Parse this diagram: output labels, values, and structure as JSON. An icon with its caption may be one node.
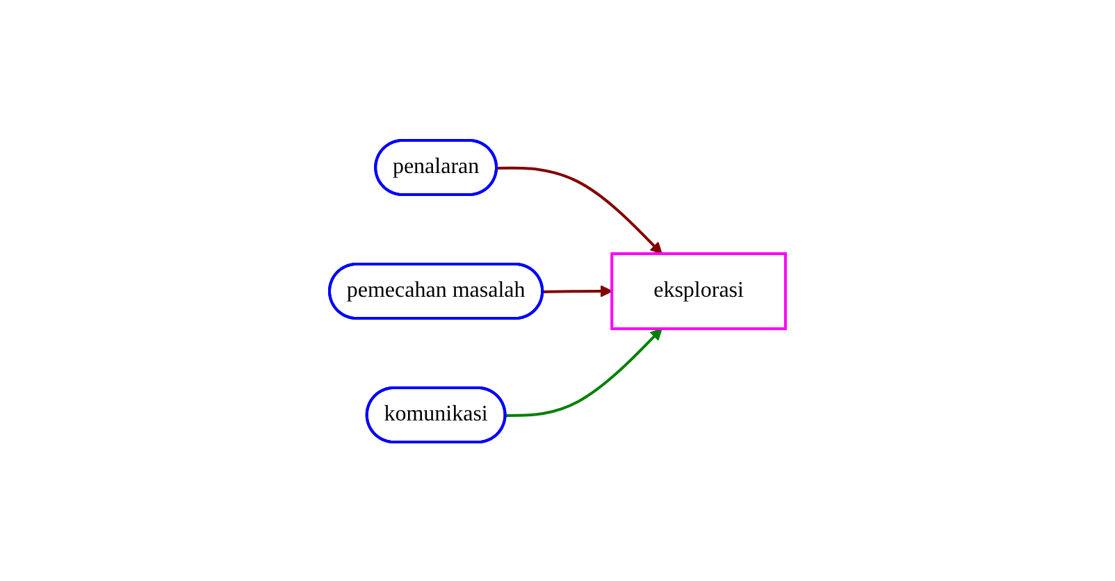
{
  "diagram": {
    "nodes": [
      {
        "text": [
          "penalaran"
        ]
      },
      {
        "text": [
          "pemecahan masalah"
        ]
      },
      {
        "text": [
          "komunikasi"
        ]
      },
      {
        "text": [
          "eksplorasi"
        ]
      }
    ],
    "edges": [
      {
        "from": 0,
        "to": 3,
        "arrow": "to",
        "color": "#800000"
      },
      {
        "from": 1,
        "to": 3,
        "arrow": "to",
        "color": "#800000"
      },
      {
        "from": 2,
        "to": 3,
        "arrow": "to",
        "color": "#008000"
      }
    ]
  }
}
